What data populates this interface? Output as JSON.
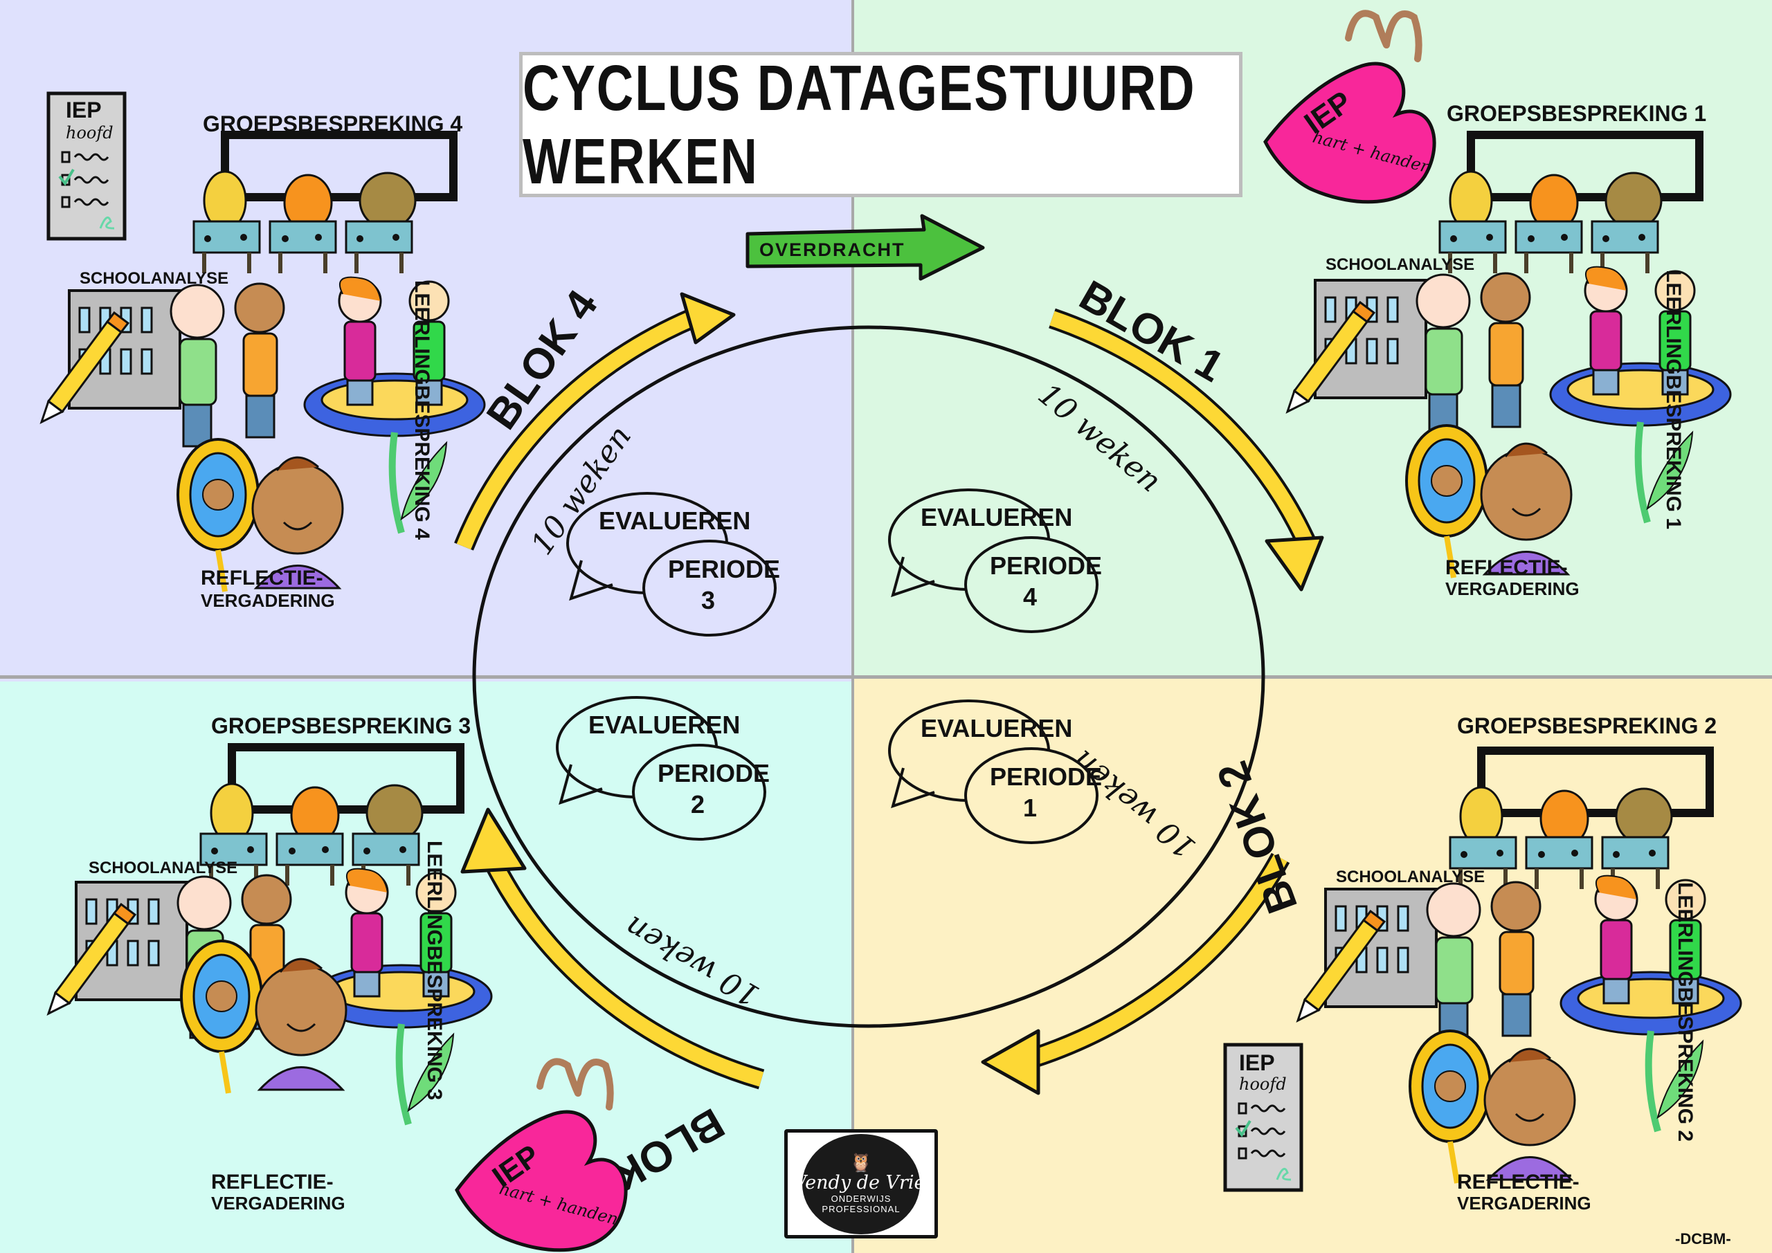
{
  "title": "CYCLUS DATAGESTUURD WERKEN",
  "colors": {
    "quadrant_top_left": "#dfe1fd",
    "quadrant_top_right": "#dbf8e2",
    "quadrant_bottom_left": "#d3fcf3",
    "quadrant_bottom_right": "#fdf1c4",
    "cycle_arrow": "#fdd835",
    "overdracht_arrow": "#4cc13e",
    "heart": "#f8279a"
  },
  "transition_arrow": {
    "label": "OVERDRACHT"
  },
  "blocks": [
    {
      "label": "BLOK 1",
      "duration": "10 weken"
    },
    {
      "label": "BLOK 2",
      "duration": "10 weken"
    },
    {
      "label": "BLOK 3",
      "duration": "10 weken"
    },
    {
      "label": "BLOK 4",
      "duration": "10 weken"
    }
  ],
  "evaluations": [
    {
      "label": "EVALUEREN",
      "period": "PERIODE",
      "number": "4"
    },
    {
      "label": "EVALUEREN",
      "period": "PERIODE",
      "number": "1"
    },
    {
      "label": "EVALUEREN",
      "period": "PERIODE",
      "number": "2"
    },
    {
      "label": "EVALUEREN",
      "period": "PERIODE",
      "number": "3"
    }
  ],
  "quadrants": {
    "top_left": {
      "groepsbespreking": "GROEPSBESPREKING 4",
      "schoolanalyse": "SCHOOLANALYSE",
      "leerlingbespreking": "LEERLINGBESPREKING 4",
      "reflectie_line1": "REFLECTIE-",
      "reflectie_line2": "VERGADERING",
      "iep_card": {
        "title": "IEP",
        "subtitle": "hoofd"
      }
    },
    "top_right": {
      "groepsbespreking": "GROEPSBESPREKING 1",
      "schoolanalyse": "SCHOOLANALYSE",
      "leerlingbespreking": "LEERLINGBESPREKING 1",
      "reflectie_line1": "REFLECTIE-",
      "reflectie_line2": "VERGADERING",
      "heart": {
        "title": "IEP",
        "subtitle": "hart + handen"
      }
    },
    "bottom_left": {
      "groepsbespreking": "GROEPSBESPREKING 3",
      "schoolanalyse": "SCHOOLANALYSE",
      "leerlingbespreking": "LEERLINGBESPREKING 3",
      "reflectie_line1": "REFLECTIE-",
      "reflectie_line2": "VERGADERING",
      "heart": {
        "title": "IEP",
        "subtitle": "hart + handen"
      }
    },
    "bottom_right": {
      "groepsbespreking": "GROEPSBESPREKING 2",
      "schoolanalyse": "SCHOOLANALYSE",
      "leerlingbespreking": "LEERLINGBESPREKING 2",
      "reflectie_line1": "REFLECTIE-",
      "reflectie_line2": "VERGADERING",
      "iep_card": {
        "title": "IEP",
        "subtitle": "hoofd"
      }
    }
  },
  "logo": {
    "name": "Wendy de Vries",
    "line1": "ONDERWIJS",
    "line2": "PROFESSIONAL"
  },
  "signature": "-DCBM-"
}
